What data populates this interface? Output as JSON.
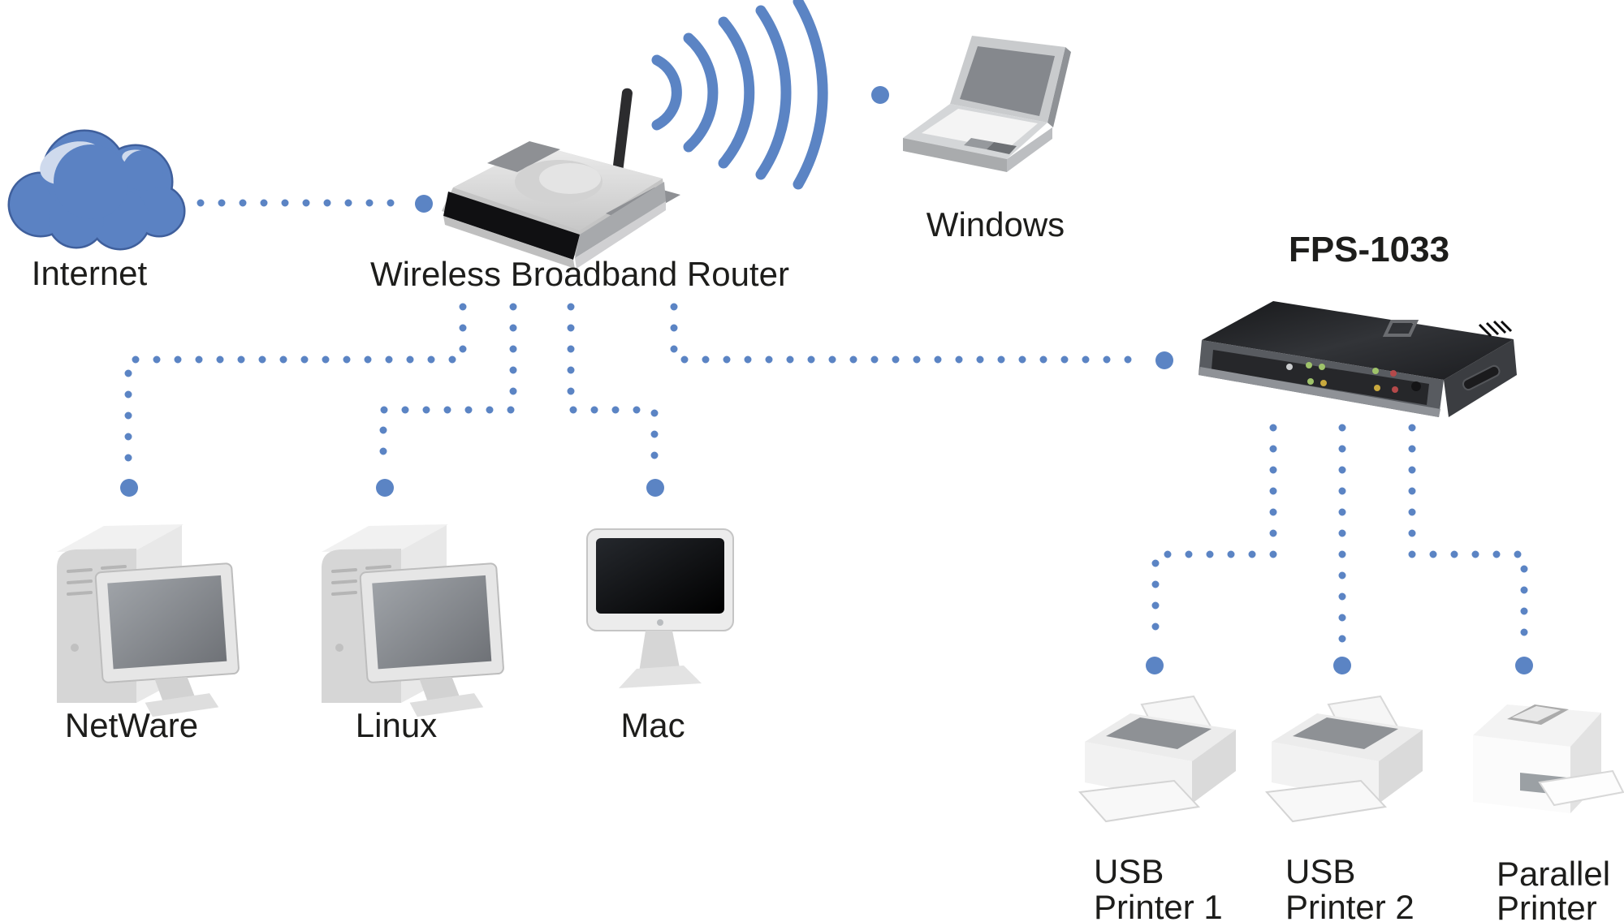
{
  "colors": {
    "connection_blue": "#5b84c4",
    "cloud_blue": "#5b82c3",
    "cloud_outline": "#3f5f9c",
    "label_text": "#1d1d1b"
  },
  "nodes": {
    "internet": {
      "label": "Internet"
    },
    "router": {
      "label": "Wireless Broadband Router"
    },
    "windows_laptop": {
      "label": "Windows"
    },
    "print_server": {
      "label": "FPS-1033"
    },
    "netware_computer": {
      "label": "NetWare"
    },
    "linux_computer": {
      "label": "Linux"
    },
    "mac_computer": {
      "label": "Mac"
    },
    "usb_printer_1": {
      "label_line1": "USB",
      "label_line2": "Printer 1"
    },
    "usb_printer_2": {
      "label_line1": "USB",
      "label_line2": "Printer 2"
    },
    "parallel_printer": {
      "label_line1": "Parallel",
      "label_line2": "Printer"
    }
  },
  "connections": [
    {
      "from": "internet",
      "to": "router",
      "style": "dotted"
    },
    {
      "from": "router",
      "to": "windows_laptop",
      "style": "wireless-waves"
    },
    {
      "from": "router",
      "to": "netware_computer",
      "style": "dotted"
    },
    {
      "from": "router",
      "to": "linux_computer",
      "style": "dotted"
    },
    {
      "from": "router",
      "to": "mac_computer",
      "style": "dotted"
    },
    {
      "from": "router",
      "to": "print_server",
      "style": "dotted"
    },
    {
      "from": "print_server",
      "to": "usb_printer_1",
      "style": "dotted"
    },
    {
      "from": "print_server",
      "to": "usb_printer_2",
      "style": "dotted"
    },
    {
      "from": "print_server",
      "to": "parallel_printer",
      "style": "dotted"
    }
  ]
}
